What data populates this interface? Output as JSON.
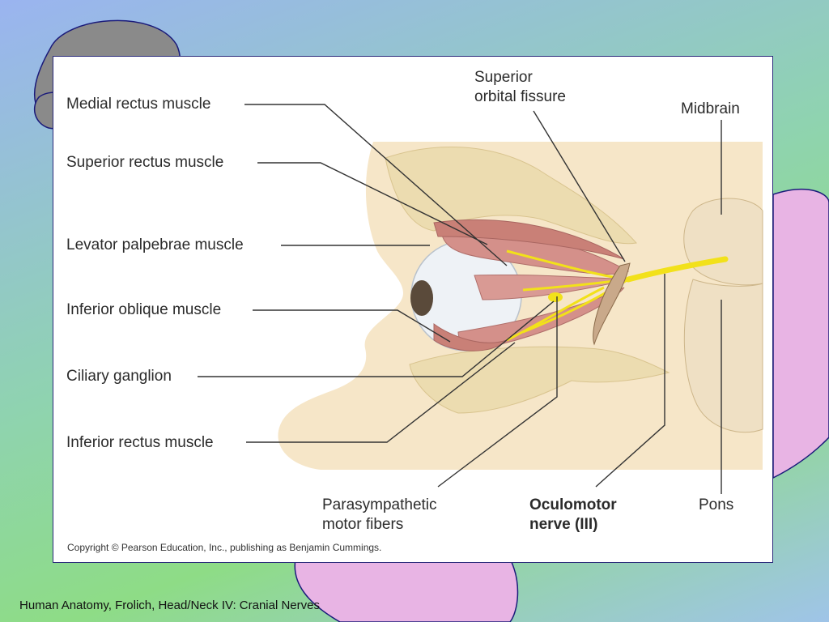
{
  "labels": {
    "medial_rectus": "Medial rectus muscle",
    "superior_rectus": "Superior rectus muscle",
    "levator_palpebrae": "Levator palpebrae muscle",
    "inferior_oblique": "Inferior oblique muscle",
    "ciliary_ganglion": "Ciliary ganglion",
    "inferior_rectus": "Inferior rectus muscle",
    "superior_orbital_fissure": "Superior\norbital fissure",
    "midbrain": "Midbrain",
    "parasympathetic": "Parasympathetic\nmotor fibers",
    "oculomotor": "Oculomotor\nnerve (III)",
    "pons": "Pons"
  },
  "copyright": "Copyright © Pearson Education, Inc., publishing as Benjamin Cummings.",
  "footer": "Human Anatomy, Frolich, Head/Neck IV:  Cranial Nerves",
  "colors": {
    "background_gray_blob": "#8a8a8a",
    "background_pink_blob": "#e8b4e4",
    "skin": "#f6e6c8",
    "bone": "#ecdcb0",
    "nerve": "#f2e11a",
    "muscle": "#d4908a"
  }
}
